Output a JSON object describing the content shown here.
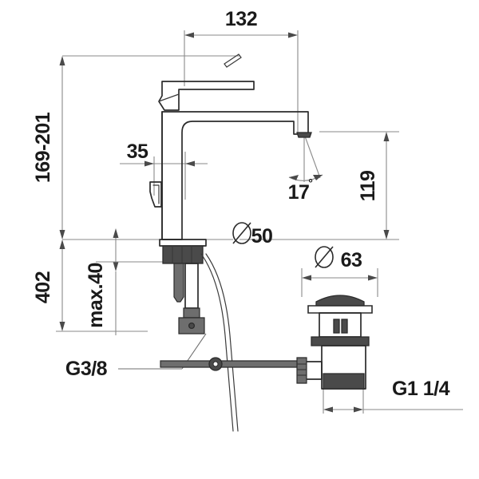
{
  "drawing": {
    "title": "Basin mixer with pop-up waste — dimensioned technical drawing",
    "units": "mm",
    "line_color": "#2b2b2b",
    "dimension_color": "#8a8a8a",
    "text_color": "#1a1a1a",
    "background": "#ffffff"
  },
  "dimensions": {
    "spout_reach": "132",
    "overall_height_range": "169-201",
    "handle_clearance": "35",
    "spout_outlet_height": "119",
    "spray_angle": "17",
    "degree_symbol": "°",
    "total_height_with_tails": "402",
    "max_deck_thickness": "max.40",
    "base_diameter": "50",
    "waste_flange_diameter": "63",
    "supply_thread": "G3/8",
    "waste_thread": "G1 1/4",
    "diameter_symbol": "Ø"
  },
  "labels": [
    {
      "id": "spout-reach",
      "text": "132",
      "kind": "linear-horizontal"
    },
    {
      "id": "overall-height-range",
      "text": "169-201",
      "kind": "linear-vertical"
    },
    {
      "id": "handle-clearance",
      "text": "35",
      "kind": "linear-horizontal"
    },
    {
      "id": "outlet-height",
      "text": "119",
      "kind": "linear-vertical"
    },
    {
      "id": "spray-angle",
      "text": "17",
      "kind": "angular"
    },
    {
      "id": "total-height",
      "text": "402",
      "kind": "linear-vertical"
    },
    {
      "id": "max-deck-thickness",
      "text": "max.40",
      "kind": "linear-vertical"
    },
    {
      "id": "base-diameter",
      "text": "Ø 50",
      "kind": "diameter"
    },
    {
      "id": "waste-flange-diameter",
      "text": "Ø 63",
      "kind": "diameter"
    },
    {
      "id": "supply-thread",
      "text": "G3/8",
      "kind": "thread-callout"
    },
    {
      "id": "waste-thread",
      "text": "G1 1/4",
      "kind": "thread-callout"
    }
  ],
  "parts": {
    "mixer": "single-lever basin mixer",
    "waste": "pop-up waste assembly",
    "supply_hose": "flexible supply hose",
    "pull_rod": "pop-up pull rod with clevis"
  }
}
